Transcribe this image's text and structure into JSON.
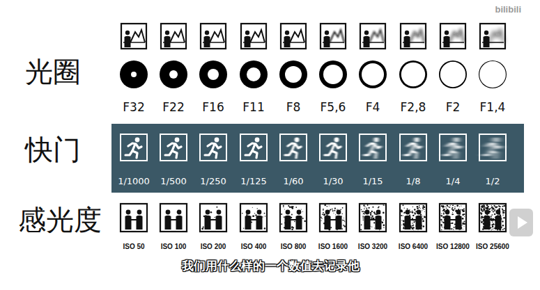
{
  "diagram": {
    "nodes": [
      {
        "text": [
          "1/1000",
          "1/500",
          "1/250",
          "1/125",
          "1/60",
          "1/30",
          "1/15",
          "1/8",
          "1/4",
          "1/2"
        ]
      }
    ],
    "labels": [
      "bilibili",
      "光圈",
      "F32",
      "F22",
      "F16",
      "F11",
      "F8",
      "F5,6",
      "F4",
      "F2,8",
      "F2",
      "F1,4",
      "快门",
      "感光度",
      "ISO 50",
      "ISO 100",
      "ISO 200",
      "ISO 400",
      "ISO 800",
      "ISO 1600",
      "ISO 3200",
      "ISO 6400",
      "ISO 12800",
      "ISO 25600",
      "我们用什么样的一个数值去记录他"
    ]
  }
}
